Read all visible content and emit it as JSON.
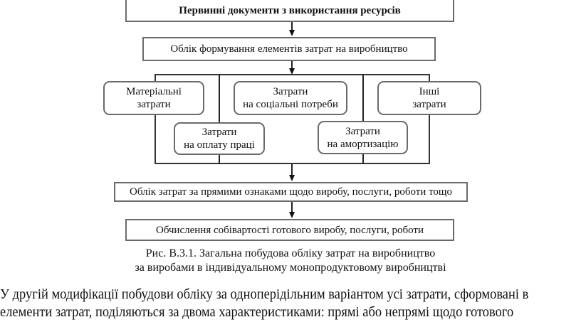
{
  "diagram": {
    "top_box": "Первинні документи з використання ресурсів",
    "formation_box": "Облік формування елементів затрат на виробництво",
    "elements": {
      "material": [
        "Матеріальні",
        "затрати"
      ],
      "social": [
        "Затрати",
        "на соціальні потреби"
      ],
      "other": [
        "Інші",
        "затрати"
      ],
      "labor": [
        "Затрати",
        "на оплату праці"
      ],
      "depreciation": [
        "Затрати",
        "на амортизацію"
      ]
    },
    "direct_box": "Облік затрат за прямими ознаками щодо виробу, послуги, роботи тощо",
    "cost_box": "Обчислення собівартості готового виробу, послуги, роботи"
  },
  "caption": {
    "line1": "Рис. В.3.1. Загальна побудова обліку затрат на виробництво",
    "line2": "за виробами в індивідуальному монопродуктовому виробництві"
  },
  "body_text": [
    "У другій модифікації побудови обліку за одноперідільним варіантом усі затрати, сформовані в",
    "елементи затрат, поділяються за двома характеристиками: прямі або непрямі щодо готового"
  ]
}
